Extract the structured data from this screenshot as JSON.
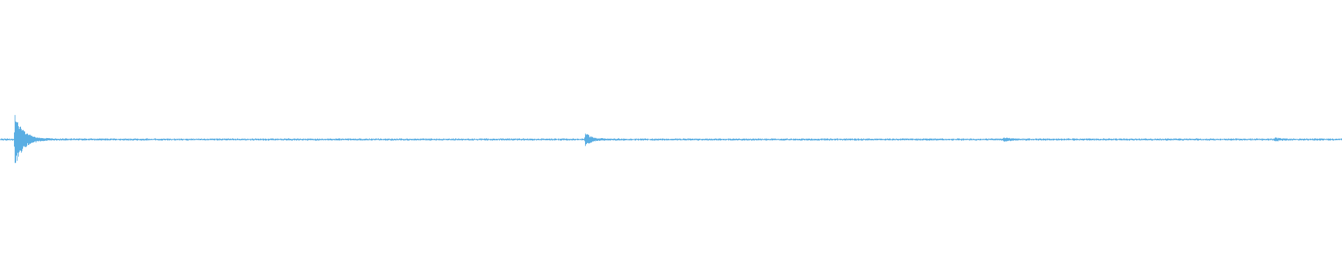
{
  "waveform": {
    "color": "#5aaee3",
    "background": "#ffffff",
    "baseline_position": 0.5,
    "transients": [
      {
        "at": 0.011,
        "peak_up": 0.095,
        "peak_down": 0.1,
        "decay": 0.006
      },
      {
        "at": 0.436,
        "peak_up": 0.025,
        "peak_down": 0.025,
        "decay": 0.004
      },
      {
        "at": 0.748,
        "peak_up": 0.006,
        "peak_down": 0.006,
        "decay": 0.005
      },
      {
        "at": 0.95,
        "peak_up": 0.006,
        "peak_down": 0.006,
        "decay": 0.003
      }
    ],
    "noise_floor": 0.004
  }
}
